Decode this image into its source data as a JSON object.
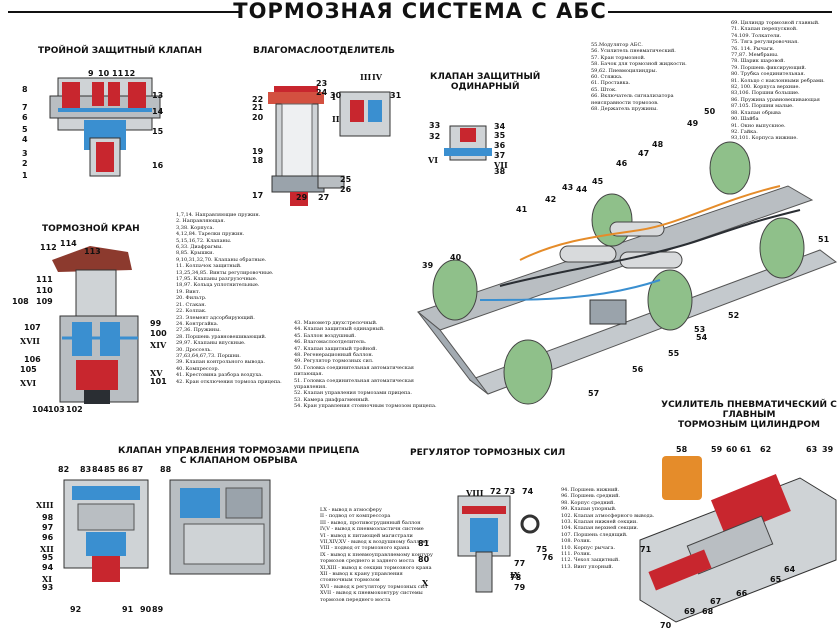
{
  "title": "ТОРМОЗНАЯ  СИСТЕМА С АБС",
  "sections": {
    "triple_valve": "ТРОЙНОЙ ЗАЩИТНЫЙ КЛАПАН",
    "dryer": "ВЛАГОМАСЛООТДЕЛИТЕЛЬ",
    "single_valve": "КЛАПАН ЗАЩИТНЫЙ\nОДИНАРНЫЙ",
    "brake_valve": "ТОРМОЗНОЙ КРАН",
    "trailer_valve": "КЛАПАН УПРАВЛЕНИЯ ТОРМОЗАМИ ПРИЦЕПА\nС КЛАПАНОМ ОБРЫВА",
    "regulator": "РЕГУЛЯТОР ТОРМОЗНЫХ СИЛ",
    "booster": "УСИЛИТЕЛЬ ПНЕВМАТИЧЕСКИЙ С ГЛАВНЫМ\nТОРМОЗНЫМ ЦИЛИНДРОМ"
  },
  "legend_a": [
    "1,7,14. Направляющие пружин.",
    "2. Направляющая.",
    "3,38. Корпуса.",
    "4,12,84. Тарелки пружин.",
    "5,15,16,72. Клапаны.",
    "6,33. Диафрагмы.",
    "8,85. Крышки.",
    "9,10,31,32,70. Клапаны обратные.",
    "11. Колпачок защитный.",
    "13,25,34,85. Винты регулировочные.",
    "17,95. Клапаны разгрузочные.",
    "18,97. Кольца уплотнительные.",
    "19. Винт.",
    "20. Фильтр.",
    "21. Стакан.",
    "22. Колпак.",
    "23. Элемент адсорбирующий.",
    "24. Контргайка.",
    "27,36. Пружины.",
    "28. Поршень уравновешивающий.",
    "29,97. Клапаны впускные.",
    "30. Дроссель.",
    "37,63,64,67,73. Поршни.",
    "39. Клапан контрольного вывода.",
    "40. Компрессор.",
    "41. Крестовина разбора воздуха.",
    "42. Кран отключения тормоза прицепа."
  ],
  "legend_b": [
    "43. Манометр двухстрелочный.",
    "44. Клапан защитный одинарный.",
    "45. Баллон воздушный.",
    "46. Влагомаслоотделитель.",
    "47. Клапан защитный тройной.",
    "48. Регенерационный баллон.",
    "49. Регулятор тормозных сил.",
    "50. Головка соединительная автоматическая",
    "      питающая.",
    "51. Головка соединительная автоматическая",
    "      управления.",
    "52. Клапан управления тормозами прицепа.",
    "53. Камера диафрагменный.",
    "54. Кран управления стояночным тормозом прицепа."
  ],
  "legend_c": [
    "55.Модулятор АБС.",
    "56. Усилитель пневматический.",
    "57. Кран тормозной.",
    "58. Бачок для тормозной жидкости.",
    "59,62. Пневмоцилиндры.",
    "60. Стяжка.",
    "61. Проставка.",
    "65. Шток.",
    "66. Включатель сигнализатора",
    "       неисправности тормозов.",
    "68. Держатель пружины."
  ],
  "legend_d": [
    "69. Цилиндр тормозной главный.",
    "71. Клапан перепускной.",
    "74.109. Толкатели.",
    "75. Тяга регулировочная.",
    "76. 114. Рычаги.",
    "77,87. Мембраны.",
    "78. Шарик шаровой.",
    "79. Поршень фиксирующий.",
    "80. Трубка соединительная.",
    "81. Кольцо с наклонными ребрами.",
    "82, 100. Корпуса верхние.",
    "83,106. Поршни большие.",
    "86. Пружина уравновешивающая",
    "87.105. Поршни малые.",
    "88. Клапан обрыва",
    "90. Шайба",
    "91. Окно выпускное.",
    "92. Гайка.",
    "93,101. Корпуса нижние."
  ],
  "legend_e": [
    "LX - вывод в атмосферу",
    "II - подвод от компрессора",
    "III - вывод, противогрудинный баллон",
    "IV,V - вывод к пневмоэластичн системе",
    "VI - вывод к питающей магистрали",
    "VII,XIV,XV - вывод к воздушному баллону",
    "VIII - подвод от тормозного крана",
    "IX - вывод к пневмоуправляемому контуру",
    "          тормозов среднего и заднего моста",
    "XI,XIII - вывод к секции тормозного крана",
    "XII - вывод к крану управления",
    "          стояночным тормозом",
    "XVI - вывод к регулятору тормозных сил",
    "XVII - вывод к пневмоконтуру системы",
    "          тормозов переднего моста"
  ],
  "legend_f": [
    "94. Поршень нижний.",
    "96. Поршень средний.",
    "98. Корпус средний.",
    "99. Клапан упорный.",
    "102. Клапан атмосферного вывода.",
    "103. Клапан нижней секции.",
    "104. Клапан верхней секции.",
    "107. Поршень следящий.",
    "108. Ролик.",
    "110. Корпус рычага.",
    "111. Ролик.",
    "112. Чехол защитный.",
    "113. Винт упорный."
  ],
  "labels": {
    "tv_left": [
      "8",
      "7",
      "6",
      "5",
      "4",
      "3",
      "2",
      "1"
    ],
    "tv_top": [
      "9",
      "10",
      "11",
      "12"
    ],
    "tv_right": [
      "13",
      "14",
      "15",
      "16"
    ],
    "dr_left": [
      "22",
      "21",
      "20",
      "19",
      "18",
      "17"
    ],
    "dr_top": [
      "23",
      "24"
    ],
    "dr_bottom": [
      "29",
      "27",
      "26",
      "25"
    ],
    "dr_roman": [
      "III",
      "IV",
      "I",
      "II"
    ],
    "dr_extra": [
      "30",
      "31"
    ],
    "sv_left": [
      "33",
      "32",
      "VI"
    ],
    "sv_right": [
      "34",
      "35",
      "36",
      "37",
      "VII",
      "38"
    ],
    "bk_left": [
      "112",
      "111",
      "110",
      "109",
      "108",
      "107",
      "XVII",
      "106",
      "105",
      "XVI",
      "104",
      "103",
      "102"
    ],
    "bk_right": [
      "99",
      "100",
      "XIV",
      "XV",
      "101"
    ],
    "bk_top": [
      "114",
      "113"
    ],
    "asm": [
      "39",
      "40",
      "41",
      "42",
      "43",
      "44",
      "45",
      "46",
      "47",
      "48",
      "49",
      "50",
      "51",
      "52",
      "53",
      "54",
      "55",
      "56",
      "57"
    ],
    "tr_top": [
      "82",
      "83",
      "84",
      "85",
      "86",
      "87",
      "88"
    ],
    "tr_left": [
      "XIII",
      "98",
      "97",
      "96",
      "XII",
      "95",
      "94",
      "XI",
      "93"
    ],
    "tr_bottom": [
      "92",
      "91",
      "90",
      "89"
    ],
    "rg_top": [
      "VIII",
      "72",
      "73",
      "74"
    ],
    "rg_other": [
      "81",
      "80",
      "X",
      "76",
      "75",
      "77",
      "IX",
      "78",
      "79"
    ],
    "bo_top": [
      "58",
      "59",
      "60",
      "61",
      "62",
      "63",
      "39"
    ],
    "bo_other": [
      "71",
      "64",
      "65",
      "66",
      "67",
      "68",
      "69",
      "70"
    ]
  },
  "colors": {
    "red": "#c8262e",
    "blue": "#3a8fd0",
    "gray": "#9aa3ab",
    "dark": "#2a2e33",
    "orange": "#e58c2a",
    "green": "#8fc08a",
    "brown": "#8c3a2e"
  }
}
